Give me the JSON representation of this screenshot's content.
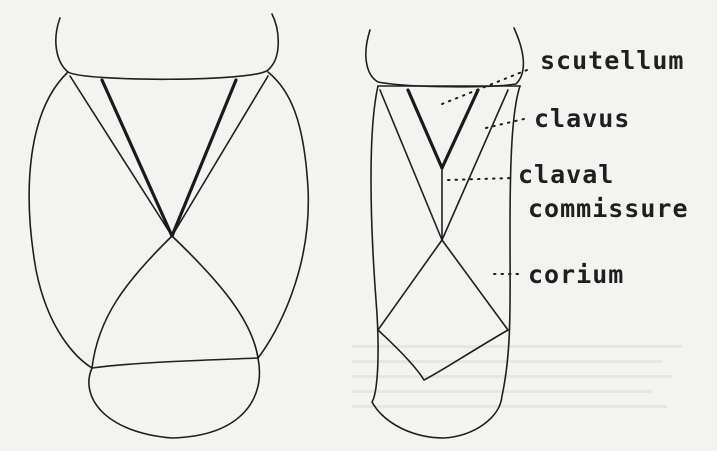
{
  "labels": {
    "scutellum": "scutellum",
    "clavus": "clavus",
    "claval_commissure_line1": "claval",
    "claval_commissure_line2": "commissure",
    "corium": "corium"
  },
  "colors": {
    "paper": "#f3f3f1",
    "ink": "#1f1f1f"
  }
}
